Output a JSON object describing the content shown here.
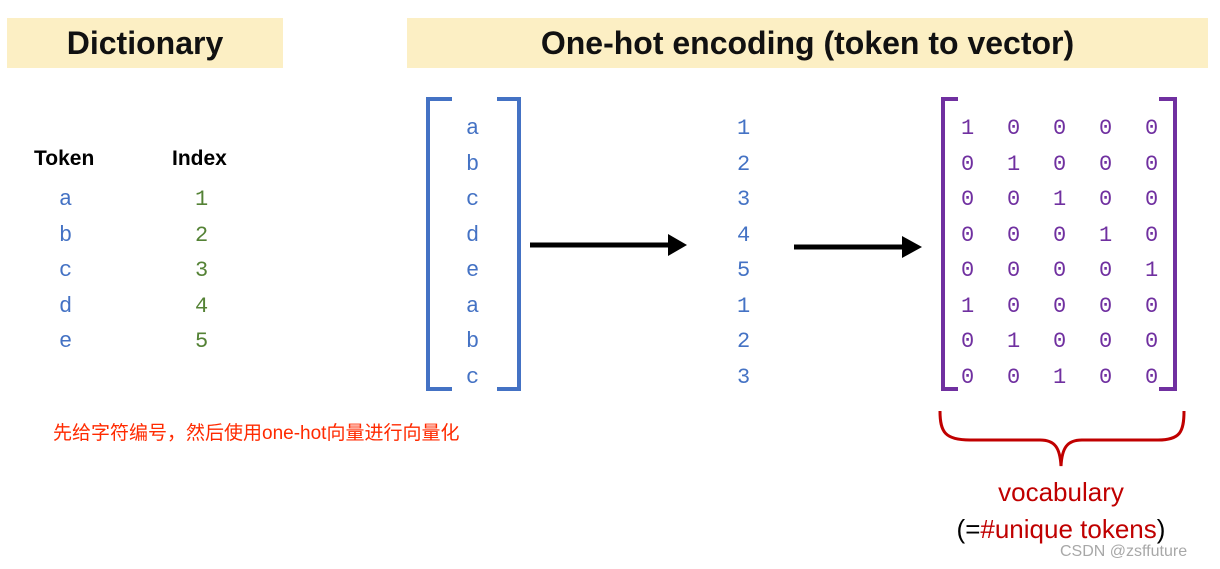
{
  "headers": {
    "dictionary": "Dictionary",
    "one_hot": "One-hot encoding (token to vector)"
  },
  "dictionary": {
    "token_header": "Token",
    "index_header": "Index",
    "tokens": [
      "a",
      "b",
      "c",
      "d",
      "e"
    ],
    "indices": [
      "1",
      "2",
      "3",
      "4",
      "5"
    ]
  },
  "sequence": {
    "tokens": [
      "a",
      "b",
      "c",
      "d",
      "e",
      "a",
      "b",
      "c"
    ],
    "indices": [
      "1",
      "2",
      "3",
      "4",
      "5",
      "1",
      "2",
      "3"
    ]
  },
  "one_hot_matrix": [
    [
      "1",
      "0",
      "0",
      "0",
      "0"
    ],
    [
      "0",
      "1",
      "0",
      "0",
      "0"
    ],
    [
      "0",
      "0",
      "1",
      "0",
      "0"
    ],
    [
      "0",
      "0",
      "0",
      "1",
      "0"
    ],
    [
      "0",
      "0",
      "0",
      "0",
      "1"
    ],
    [
      "1",
      "0",
      "0",
      "0",
      "0"
    ],
    [
      "0",
      "1",
      "0",
      "0",
      "0"
    ],
    [
      "0",
      "0",
      "1",
      "0",
      "0"
    ]
  ],
  "note": "先给字符编号，然后使用one-hot向量进行向量化",
  "vocabulary": {
    "line1": "vocabulary",
    "line2_prefix": "(=",
    "line2_main": "#unique tokens",
    "line2_suffix": ")"
  },
  "watermark": "CSDN @zsffuture",
  "colors": {
    "header_bg": "#fcefc4",
    "bracket_blue": "#4472c4",
    "bracket_purple": "#7030a0",
    "index_green": "#548235",
    "note_red": "#ff2a00",
    "vocab_red": "#c00000"
  }
}
